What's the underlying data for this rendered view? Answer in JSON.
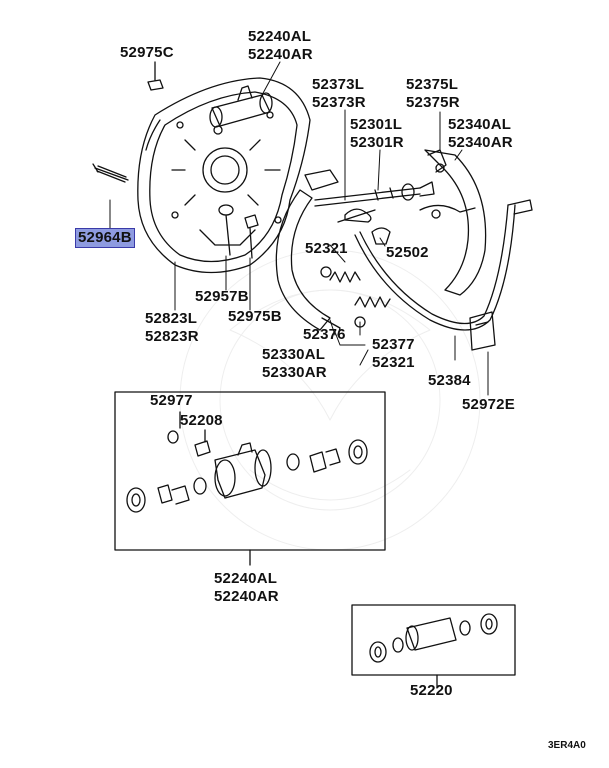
{
  "parts": {
    "p52975c": "52975C",
    "p52240al": "52240AL",
    "p52240ar": "52240AR",
    "p52373l": "52373L",
    "p52373r": "52373R",
    "p52375l": "52375L",
    "p52375r": "52375R",
    "p52301l": "52301L",
    "p52301r": "52301R",
    "p52340al": "52340AL",
    "p52340ar": "52340AR",
    "p52964b": "52964B",
    "p52321_top": "52321",
    "p52502": "52502",
    "p52957b": "52957B",
    "p52975b": "52975B",
    "p52823l": "52823L",
    "p52823r": "52823R",
    "p52376": "52376",
    "p52377": "52377",
    "p52330al": "52330AL",
    "p52330ar": "52330AR",
    "p52321_bottom": "52321",
    "p52384": "52384",
    "p52972e": "52972E",
    "p52977": "52977",
    "p52208": "52208",
    "p52240al_kit": "52240AL",
    "p52240ar_kit": "52240AR",
    "p52220": "52220"
  },
  "diagram_code": "3ER4A0",
  "highlight_color": "#8e9be0"
}
